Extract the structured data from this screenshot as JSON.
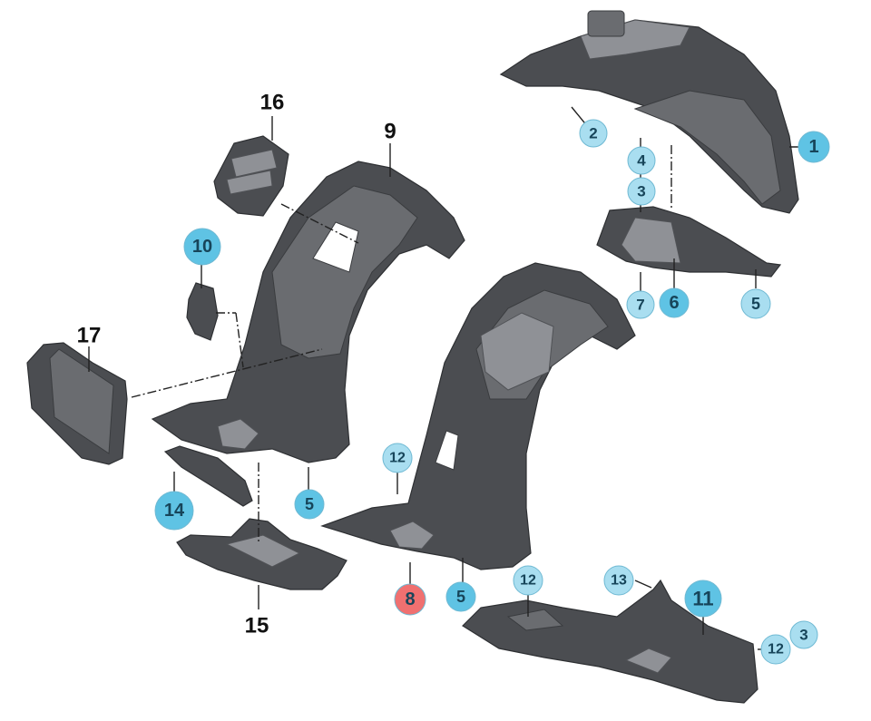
{
  "callouts": [
    {
      "id": "c1",
      "label": "1",
      "style": "blue"
    },
    {
      "id": "c2",
      "label": "2",
      "style": "light"
    },
    {
      "id": "c3a",
      "label": "3",
      "style": "light"
    },
    {
      "id": "c3b",
      "label": "3",
      "style": "light"
    },
    {
      "id": "c4",
      "label": "4",
      "style": "light"
    },
    {
      "id": "c5a",
      "label": "5",
      "style": "light"
    },
    {
      "id": "c5b",
      "label": "5",
      "style": "blue"
    },
    {
      "id": "c5c",
      "label": "5",
      "style": "blue"
    },
    {
      "id": "c6",
      "label": "6",
      "style": "blue"
    },
    {
      "id": "c7",
      "label": "7",
      "style": "light"
    },
    {
      "id": "c8",
      "label": "8",
      "style": "red"
    },
    {
      "id": "c10",
      "label": "10",
      "style": "blue"
    },
    {
      "id": "c11",
      "label": "11",
      "style": "blue"
    },
    {
      "id": "c12a",
      "label": "12",
      "style": "light"
    },
    {
      "id": "c12b",
      "label": "12",
      "style": "light"
    },
    {
      "id": "c12c",
      "label": "12",
      "style": "light"
    },
    {
      "id": "c13",
      "label": "13",
      "style": "light"
    },
    {
      "id": "c14",
      "label": "14",
      "style": "blue"
    }
  ],
  "plain_labels": {
    "p9": "9",
    "p15": "15",
    "p16": "16",
    "p17": "17"
  },
  "colors": {
    "blue_fill": "#5fc3e4",
    "light_fill": "#a9def0",
    "red_fill": "#f07070",
    "callout_text": "#17455a",
    "part_body": "#4b4d51"
  }
}
